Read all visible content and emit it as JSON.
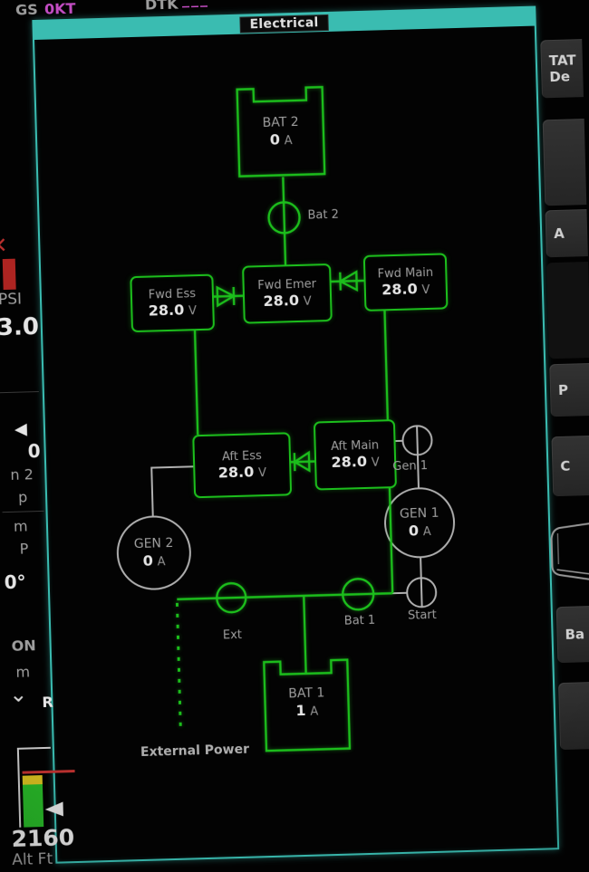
{
  "colors": {
    "green": "#1dc41d",
    "cyan": "#3cc2b6",
    "magenta": "#c94fc9",
    "grey": "#a3a3a3",
    "white": "#ececec",
    "red": "#c23230",
    "yellow": "#d8c020"
  },
  "top_bar": {
    "gs_label": "GS",
    "gs_value": "0KT",
    "dtk_label": "DTK",
    "dtk_value": "___"
  },
  "pane": {
    "title": "Electrical"
  },
  "diagram": {
    "bat2": {
      "name": "BAT 2",
      "value": "0",
      "unit": "A"
    },
    "bat2_contactor": "Bat 2",
    "fwd_ess": {
      "name": "Fwd Ess",
      "value": "28.0",
      "unit": "V"
    },
    "fwd_emer": {
      "name": "Fwd Emer",
      "value": "28.0",
      "unit": "V"
    },
    "fwd_main": {
      "name": "Fwd Main",
      "value": "28.0",
      "unit": "V"
    },
    "aft_ess": {
      "name": "Aft Ess",
      "value": "28.0",
      "unit": "V"
    },
    "aft_main": {
      "name": "Aft Main",
      "value": "28.0",
      "unit": "V"
    },
    "gen1_contactor": "Gen 1",
    "gen1": {
      "name": "GEN 1",
      "value": "0",
      "unit": "A"
    },
    "gen2": {
      "name": "GEN 2",
      "value": "0",
      "unit": "A"
    },
    "ext_contactor": "Ext",
    "bat1_contactor": "Bat 1",
    "start_contactor": "Start",
    "bat1": {
      "name": "BAT 1",
      "value": "1",
      "unit": "A"
    },
    "external_power": "External Power"
  },
  "left_strip": {
    "psi_label": "PSI",
    "pressure_value": "3.0",
    "pointer_value": "0",
    "frag_gen2_line1": "n 2",
    "frag_gen2_line2": "p",
    "frag_line3": "m",
    "frag_line4": "P",
    "deg_value": "0°",
    "frag_on": "ON",
    "frag_m": "m",
    "frag_r": "R",
    "alt_value": "2160",
    "alt_label": "Alt Ft"
  },
  "right_strip": {
    "btn1_line1": "TAT",
    "btn1_line2": "De",
    "btn2": "A",
    "btn3": "P",
    "btn4": "C",
    "btn5": "Ba"
  },
  "icons": {
    "fail_cross": "✕",
    "pointer_left": "◀",
    "chevron_down": "⌄",
    "marker_left": "◀"
  }
}
